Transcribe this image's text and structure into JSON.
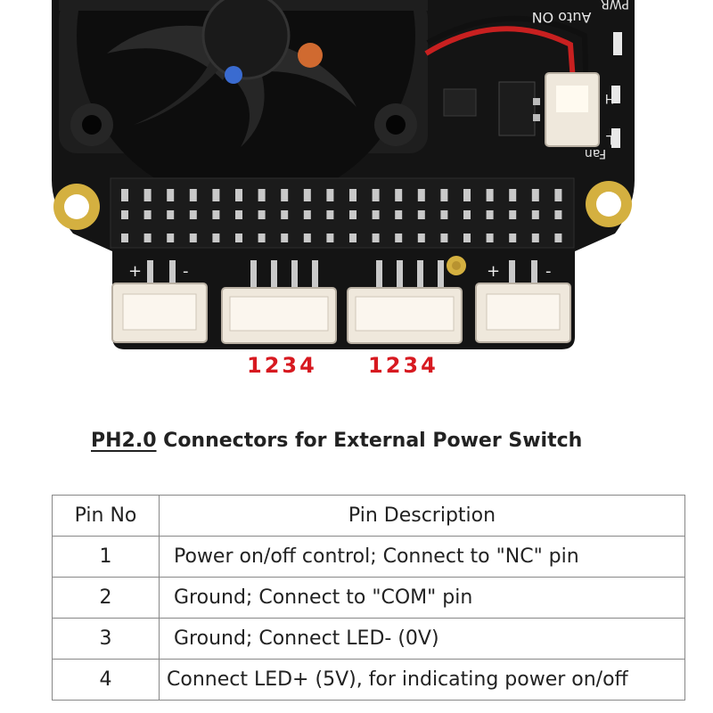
{
  "board": {
    "silkscreen_auto_on": "Auto ON",
    "silkscreen_pwr": "PWR",
    "silkscreen_fan": "Fan",
    "silkscreen_h": "H",
    "silkscreen_l": "L",
    "colors": {
      "pcb": "#141414",
      "connector": "#efe8dc",
      "gold": "#d4b040",
      "fan_wire_red": "#c82020"
    }
  },
  "connectors": [
    {
      "pins_label": "1234"
    },
    {
      "pins_label": "1234"
    }
  ],
  "section": {
    "title_part1": "PH2.0",
    "title_part2": " Connectors for External Power Switch"
  },
  "table": {
    "headers": [
      "Pin No",
      "Pin Description"
    ],
    "rows": [
      {
        "pin": "1",
        "description": "Power on/off control; Connect to \"NC\" pin"
      },
      {
        "pin": "2",
        "description": "Ground; Connect to \"COM\" pin"
      },
      {
        "pin": "3",
        "description": "Ground; Connect LED- (0V)"
      },
      {
        "pin": "4",
        "description": "Connect LED+ (5V), for indicating power on/off"
      }
    ]
  }
}
